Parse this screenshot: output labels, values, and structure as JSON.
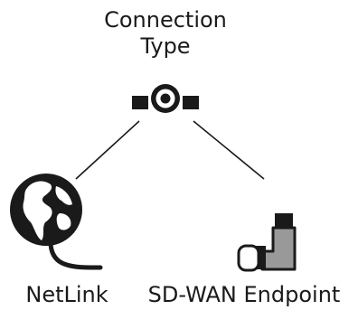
{
  "nodes": {
    "root": {
      "label_line1": "Connection",
      "label_line2": "Type",
      "icon": "connector-icon"
    },
    "left": {
      "label": "NetLink",
      "icon": "globe-plug-icon"
    },
    "right": {
      "label": "SD-WAN Endpoint",
      "icon": "network-adapter-icon"
    }
  },
  "colors": {
    "stroke": "#1a1a1a",
    "fill_dark": "#1a1a1a",
    "fill_gray": "#999999",
    "fill_light_gray": "#bdbdbd"
  }
}
